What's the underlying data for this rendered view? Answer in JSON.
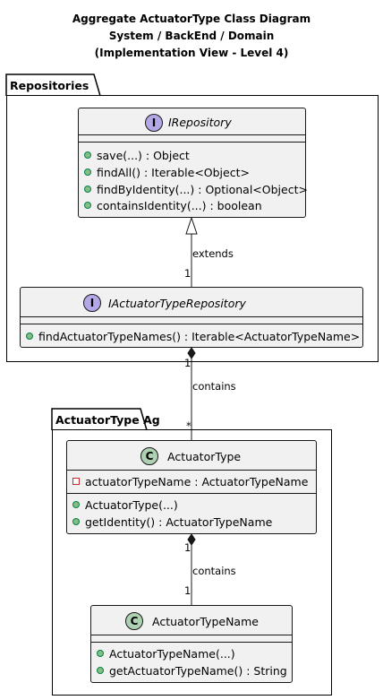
{
  "title": {
    "line1": "Aggregate ActuatorType Class Diagram",
    "line2": "System / BackEnd / Domain",
    "line3": "(Implementation View - Level 4)"
  },
  "packages": {
    "repositories": {
      "name": "Repositories"
    },
    "aggregate": {
      "name": "ActuatorType Ag"
    }
  },
  "classes": {
    "irepository": {
      "stereotype_badge": "I",
      "name": "IRepository",
      "methods": [
        "save(...) : Object",
        "findAll() : Iterable<Object>",
        "findByIdentity(...) : Optional<Object>",
        "containsIdentity(...) : boolean"
      ]
    },
    "iactuatortyperepository": {
      "stereotype_badge": "I",
      "name": "IActuatorTypeRepository",
      "methods": [
        "findActuatorTypeNames() : Iterable<ActuatorTypeName>"
      ]
    },
    "actuatortype": {
      "stereotype_badge": "C",
      "name": "ActuatorType",
      "fields": [
        "actuatorTypeName : ActuatorTypeName"
      ],
      "methods": [
        "ActuatorType(...)",
        "getIdentity() : ActuatorTypeName"
      ]
    },
    "actuatortypename": {
      "stereotype_badge": "C",
      "name": "ActuatorTypeName",
      "methods": [
        "ActuatorTypeName(...)",
        "getActuatorTypeName() : String"
      ]
    }
  },
  "relations": {
    "extends": {
      "label": "extends",
      "multiplicity_from": "1"
    },
    "repo_contains": {
      "label": "contains",
      "multiplicity_from": "1",
      "multiplicity_to": "*"
    },
    "type_contains": {
      "label": "contains",
      "multiplicity_from": "1",
      "multiplicity_to": "1"
    }
  },
  "colors": {
    "class_fill": "#f1f1f1",
    "interface_badge": "#b4a7e5",
    "class_badge": "#add1b2",
    "public_marker": "#84be84",
    "private_marker": "#c82930",
    "line": "#181818"
  }
}
